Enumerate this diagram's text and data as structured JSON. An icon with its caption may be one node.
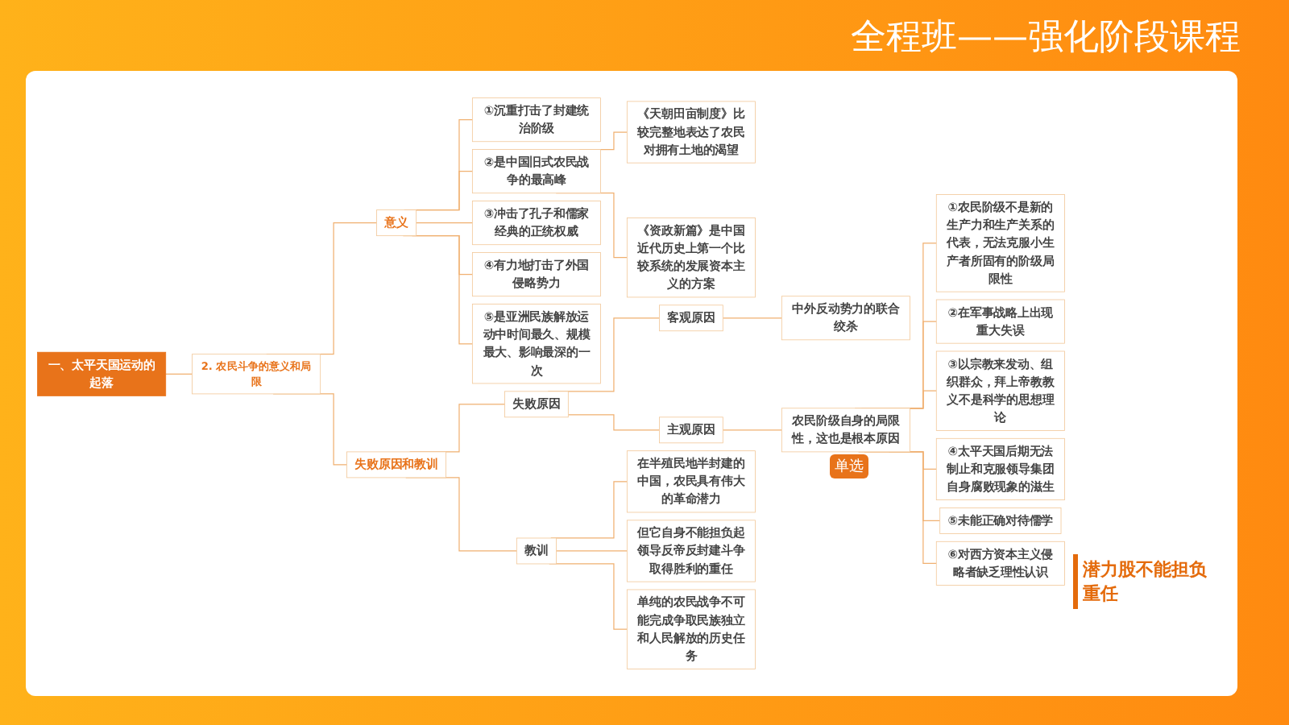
{
  "diagram": {
    "title": "全程班——强化阶段课程",
    "nodes": [
      {
        "text": [
          "一、太平天国运动的起落"
        ]
      },
      {
        "text": [
          "2. 农民斗争的意义和局限"
        ]
      },
      {
        "text": [
          "意义"
        ]
      },
      {
        "text": [
          "①沉重打击了封建统治阶级"
        ]
      },
      {
        "text": [
          "②是中国旧式农民战争的最高峰"
        ]
      },
      {
        "text": [
          "《天朝田亩制度》比较完整地表达了农民对拥有土地的渴望"
        ]
      },
      {
        "text": [
          "《资政新篇》是中国近代历史上第一个比较系统的发展资本主义的方案"
        ]
      },
      {
        "text": [
          "③冲击了孔子和儒家经典的正统权威"
        ]
      },
      {
        "text": [
          "④有力地打击了外国侵略势力"
        ]
      },
      {
        "text": [
          "⑤是亚洲民族解放运动中时间最久、规模最大、影响最深的一次"
        ]
      },
      {
        "text": [
          "失败原因和教训"
        ]
      },
      {
        "text": [
          "失败原因"
        ]
      },
      {
        "text": [
          "客观原因"
        ]
      },
      {
        "text": [
          "中外反动势力的联合绞杀"
        ]
      },
      {
        "text": [
          "主观原因"
        ]
      },
      {
        "text": [
          "农民阶级自身的局限性，这也是根本原因"
        ],
        "beside": [
          "单选"
        ]
      },
      {
        "text": [
          "①农民阶级不是新的生产力和生产关系的代表，无法克服小生产者所固有的阶级局限性"
        ]
      },
      {
        "text": [
          "②在军事战略上出现重大失误"
        ]
      },
      {
        "text": [
          "③以宗教来发动、组织群众，拜上帝教教义不是科学的思想理论"
        ]
      },
      {
        "text": [
          "④太平天国后期无法制止和克服领导集团自身腐败现象的滋生"
        ]
      },
      {
        "text": [
          "⑤未能正确对待儒学"
        ]
      },
      {
        "text": [
          "⑥对西方资本主义侵略者缺乏理性认识"
        ]
      },
      {
        "text": [
          "教训"
        ]
      },
      {
        "text": [
          "在半殖民地半封建的中国，农民具有伟大的革命潜力"
        ]
      },
      {
        "text": [
          "但它自身不能担负起领导反帝反封建斗争取得胜利的重任"
        ]
      },
      {
        "text": [
          "单纯的农民战争不可能完成争取民族独立和人民解放的历史任务"
        ]
      }
    ],
    "edges": [
      {
        "from": 0,
        "to": 1,
        "arrow": "none"
      },
      {
        "from": 1,
        "to": 2,
        "arrow": "none"
      },
      {
        "from": 2,
        "to": 3,
        "arrow": "none"
      },
      {
        "from": 2,
        "to": 4,
        "arrow": "none"
      },
      {
        "from": 4,
        "to": 5,
        "arrow": "none"
      },
      {
        "from": 4,
        "to": 6,
        "arrow": "none"
      },
      {
        "from": 2,
        "to": 7,
        "arrow": "none"
      },
      {
        "from": 2,
        "to": 8,
        "arrow": "none"
      },
      {
        "from": 2,
        "to": 9,
        "arrow": "none"
      },
      {
        "from": 1,
        "to": 10,
        "arrow": "none"
      },
      {
        "from": 10,
        "to": 11,
        "arrow": "none"
      },
      {
        "from": 11,
        "to": 12,
        "arrow": "none"
      },
      {
        "from": 12,
        "to": 13,
        "arrow": "none"
      },
      {
        "from": 11,
        "to": 14,
        "arrow": "none"
      },
      {
        "from": 14,
        "to": 15,
        "arrow": "none"
      },
      {
        "from": 15,
        "to": 16,
        "arrow": "none"
      },
      {
        "from": 15,
        "to": 17,
        "arrow": "none"
      },
      {
        "from": 15,
        "to": 18,
        "arrow": "none"
      },
      {
        "from": 15,
        "to": 19,
        "arrow": "none"
      },
      {
        "from": 15,
        "to": 20,
        "arrow": "none"
      },
      {
        "from": 15,
        "to": 21,
        "arrow": "none"
      },
      {
        "from": 10,
        "to": 22,
        "arrow": "none"
      },
      {
        "from": 22,
        "to": 23,
        "arrow": "none"
      },
      {
        "from": 22,
        "to": 24,
        "arrow": "none"
      },
      {
        "from": 22,
        "to": 25,
        "arrow": "none"
      }
    ],
    "labels": [
      "潜力股不能担负重任"
    ]
  }
}
